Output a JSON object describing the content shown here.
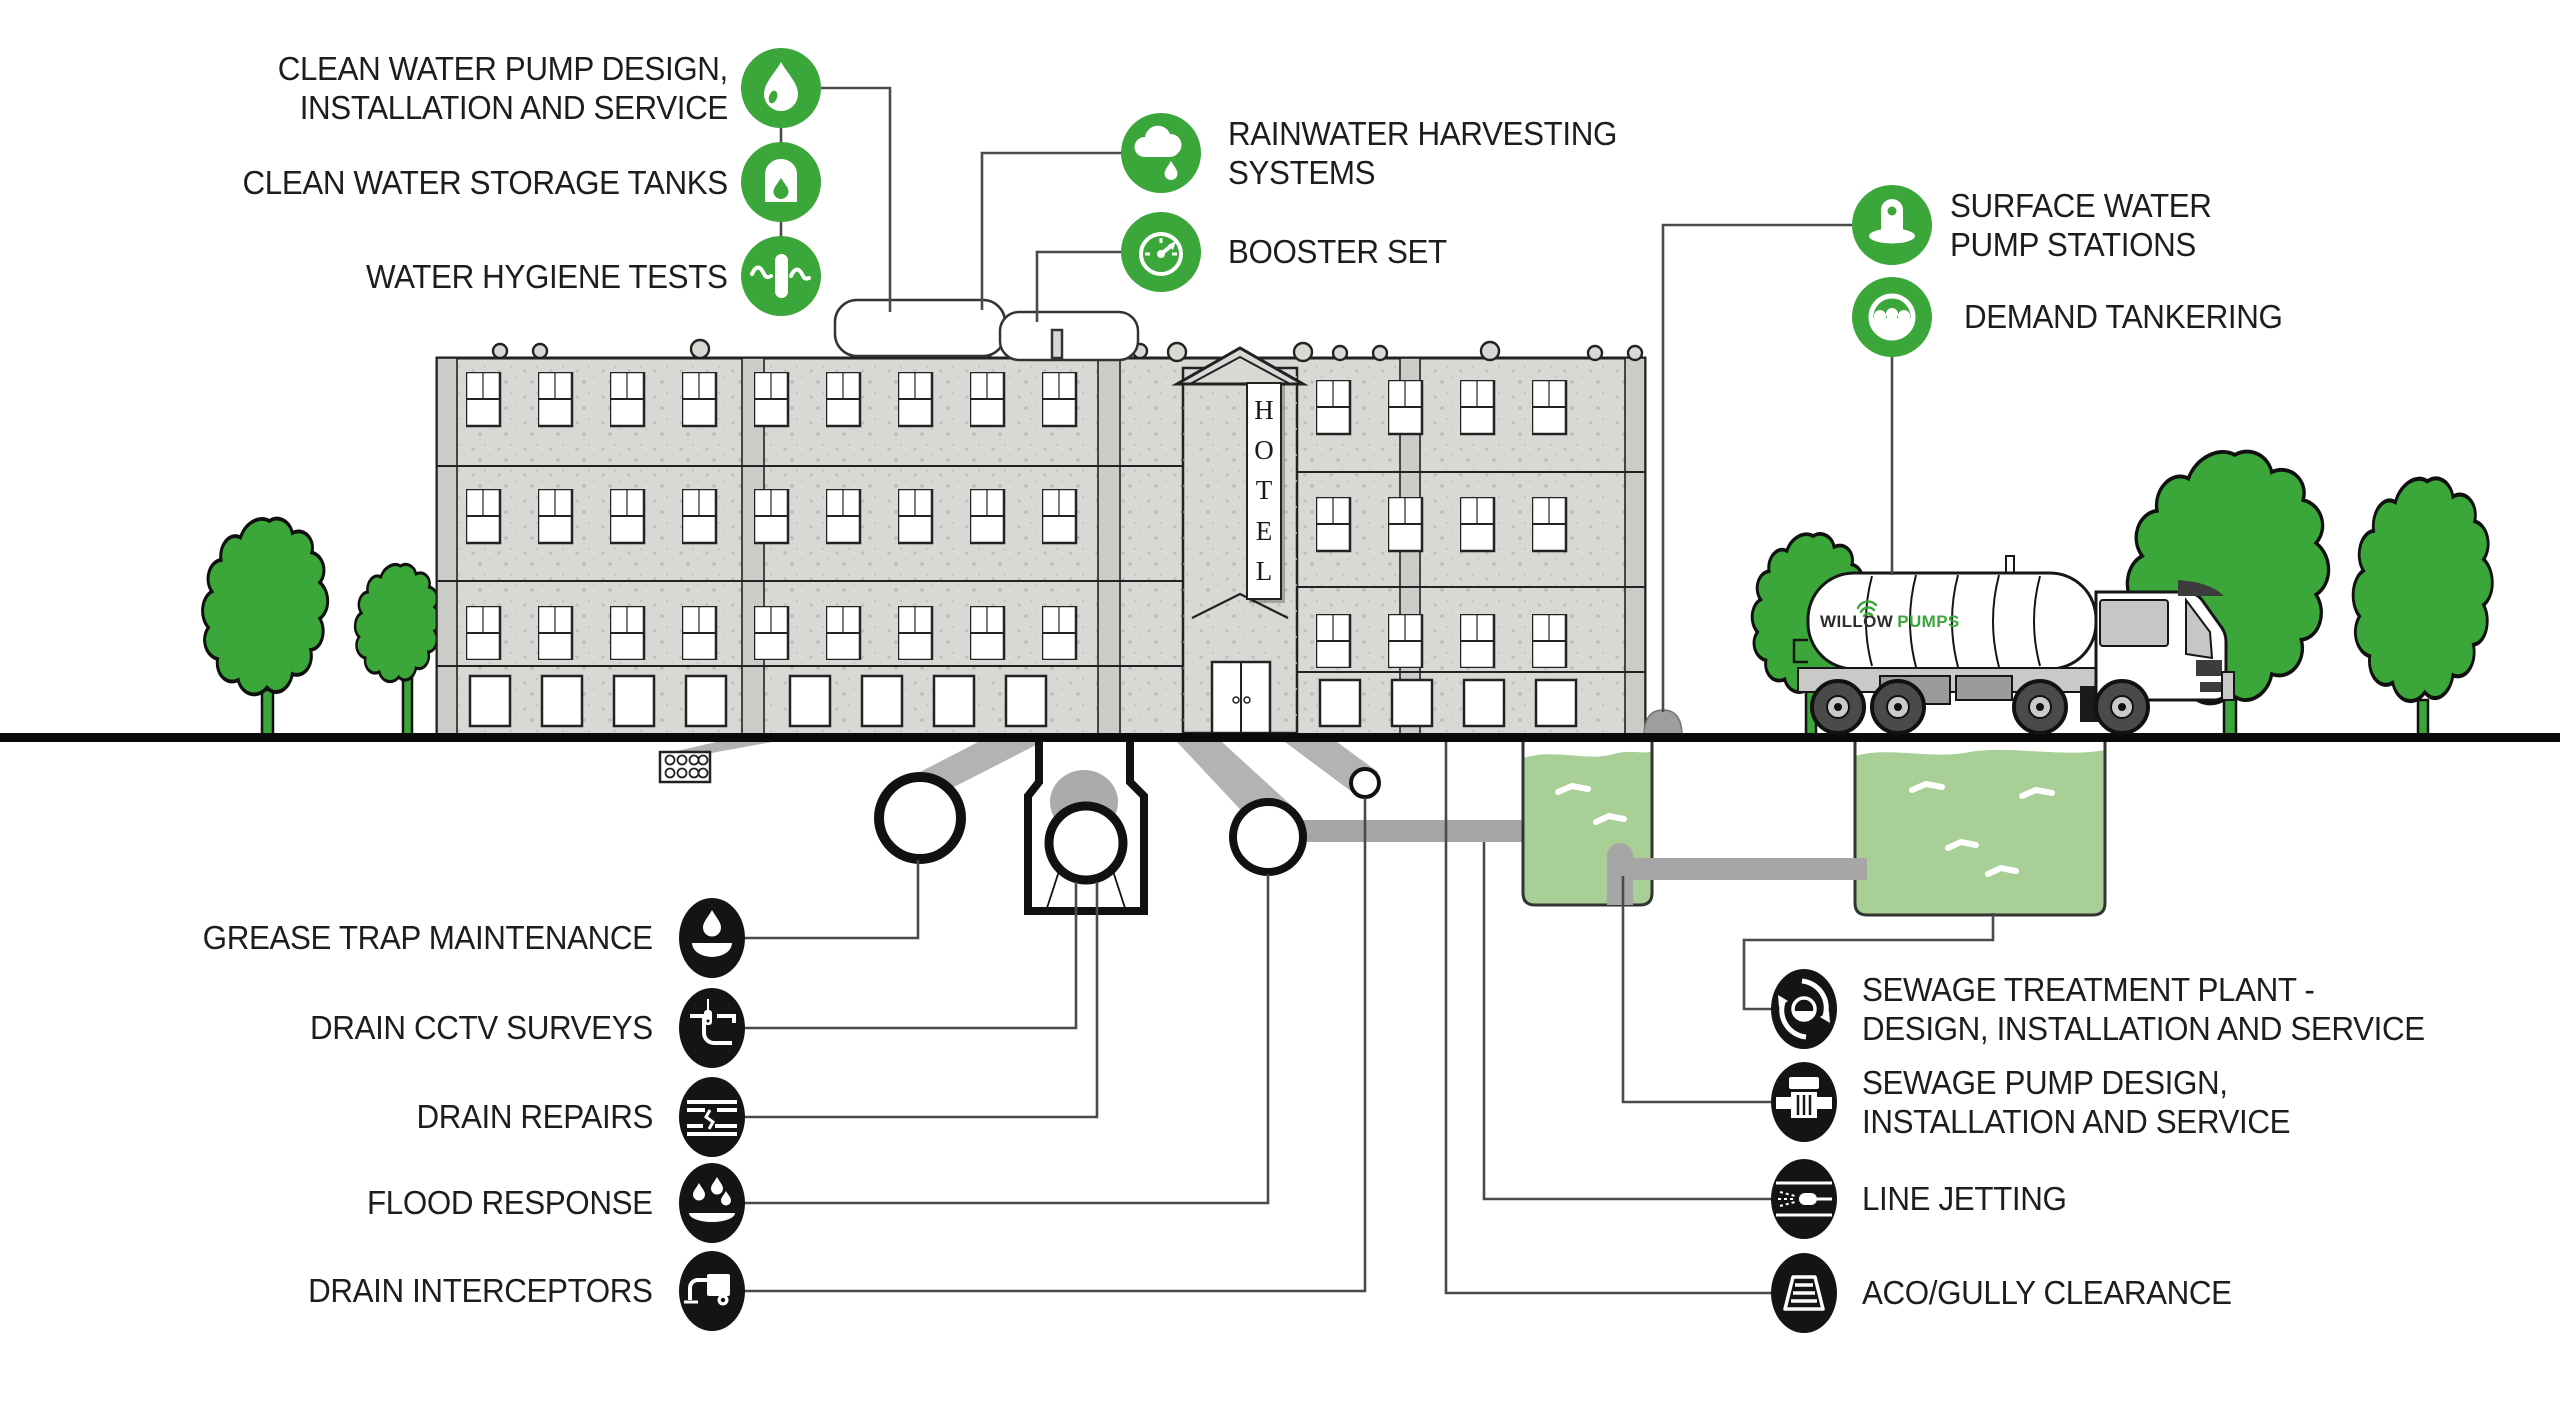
{
  "palette": {
    "accent_green": "#3ba639",
    "icon_black": "#161616",
    "water_green": "#a8cf96",
    "pipe_gray": "#a6a6a6",
    "wall_gray": "#d8d8d5",
    "connector_gray": "#4a4a4a"
  },
  "building": {
    "sign_letters": [
      "H",
      "O",
      "T",
      "E",
      "L"
    ]
  },
  "truck": {
    "brand_willow": "WILLOW",
    "brand_pumps": "PUMPS"
  },
  "services": {
    "top_left": [
      {
        "label": "CLEAN WATER PUMP DESIGN,\nINSTALLATION AND SERVICE",
        "icon": "water-drop-icon"
      },
      {
        "label": "CLEAN WATER STORAGE TANKS",
        "icon": "storage-tank-icon"
      },
      {
        "label": "WATER HYGIENE TESTS",
        "icon": "water-hygiene-icon"
      }
    ],
    "top_middle": [
      {
        "label": "RAINWATER HARVESTING\nSYSTEMS",
        "icon": "rainwater-icon"
      },
      {
        "label": "BOOSTER SET",
        "icon": "booster-gauge-icon"
      }
    ],
    "top_right": [
      {
        "label": "SURFACE WATER\nPUMP STATIONS",
        "icon": "surface-pump-icon"
      },
      {
        "label": "DEMAND TANKERING",
        "icon": "demand-tankering-icon"
      }
    ],
    "bottom_left": [
      {
        "label": "GREASE TRAP MAINTENANCE",
        "icon": "grease-trap-icon"
      },
      {
        "label": "DRAIN CCTV SURVEYS",
        "icon": "drain-cctv-icon"
      },
      {
        "label": "DRAIN REPAIRS",
        "icon": "drain-repairs-icon"
      },
      {
        "label": "FLOOD RESPONSE",
        "icon": "flood-response-icon"
      },
      {
        "label": "DRAIN INTERCEPTORS",
        "icon": "drain-interceptors-icon"
      }
    ],
    "bottom_right": [
      {
        "label": "SEWAGE TREATMENT PLANT -\nDESIGN, INSTALLATION AND SERVICE",
        "icon": "sewage-treatment-icon"
      },
      {
        "label": "SEWAGE PUMP DESIGN,\nINSTALLATION AND SERVICE",
        "icon": "sewage-pump-icon"
      },
      {
        "label": "LINE JETTING",
        "icon": "line-jetting-icon"
      },
      {
        "label": "ACO/GULLY CLEARANCE",
        "icon": "aco-gully-icon"
      }
    ]
  }
}
